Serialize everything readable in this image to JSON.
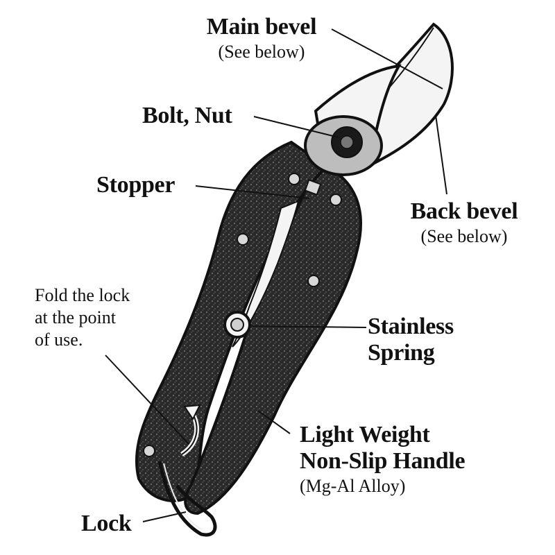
{
  "labels": {
    "main_bevel": {
      "title": "Main bevel",
      "note": "(See below)"
    },
    "bolt_nut": {
      "title": "Bolt, Nut"
    },
    "stopper": {
      "title": "Stopper"
    },
    "back_bevel": {
      "title": "Back bevel",
      "note": "(See below)"
    },
    "fold_note": {
      "lines": [
        "Fold the lock",
        "at the point",
        "of use."
      ]
    },
    "spring": {
      "lines": [
        "Stainless",
        "Spring"
      ]
    },
    "handle": {
      "lines": [
        "Light Weight",
        "Non-Slip Handle"
      ],
      "note": "(Mg-Al Alloy)"
    },
    "lock": {
      "title": "Lock"
    }
  },
  "colors": {
    "ink": "#111111",
    "metal_dark": "#2a2a2a",
    "metal_speckle": "#8a8a8a",
    "blade": "#f4f4f4",
    "pivot": "#bdbdbd"
  }
}
